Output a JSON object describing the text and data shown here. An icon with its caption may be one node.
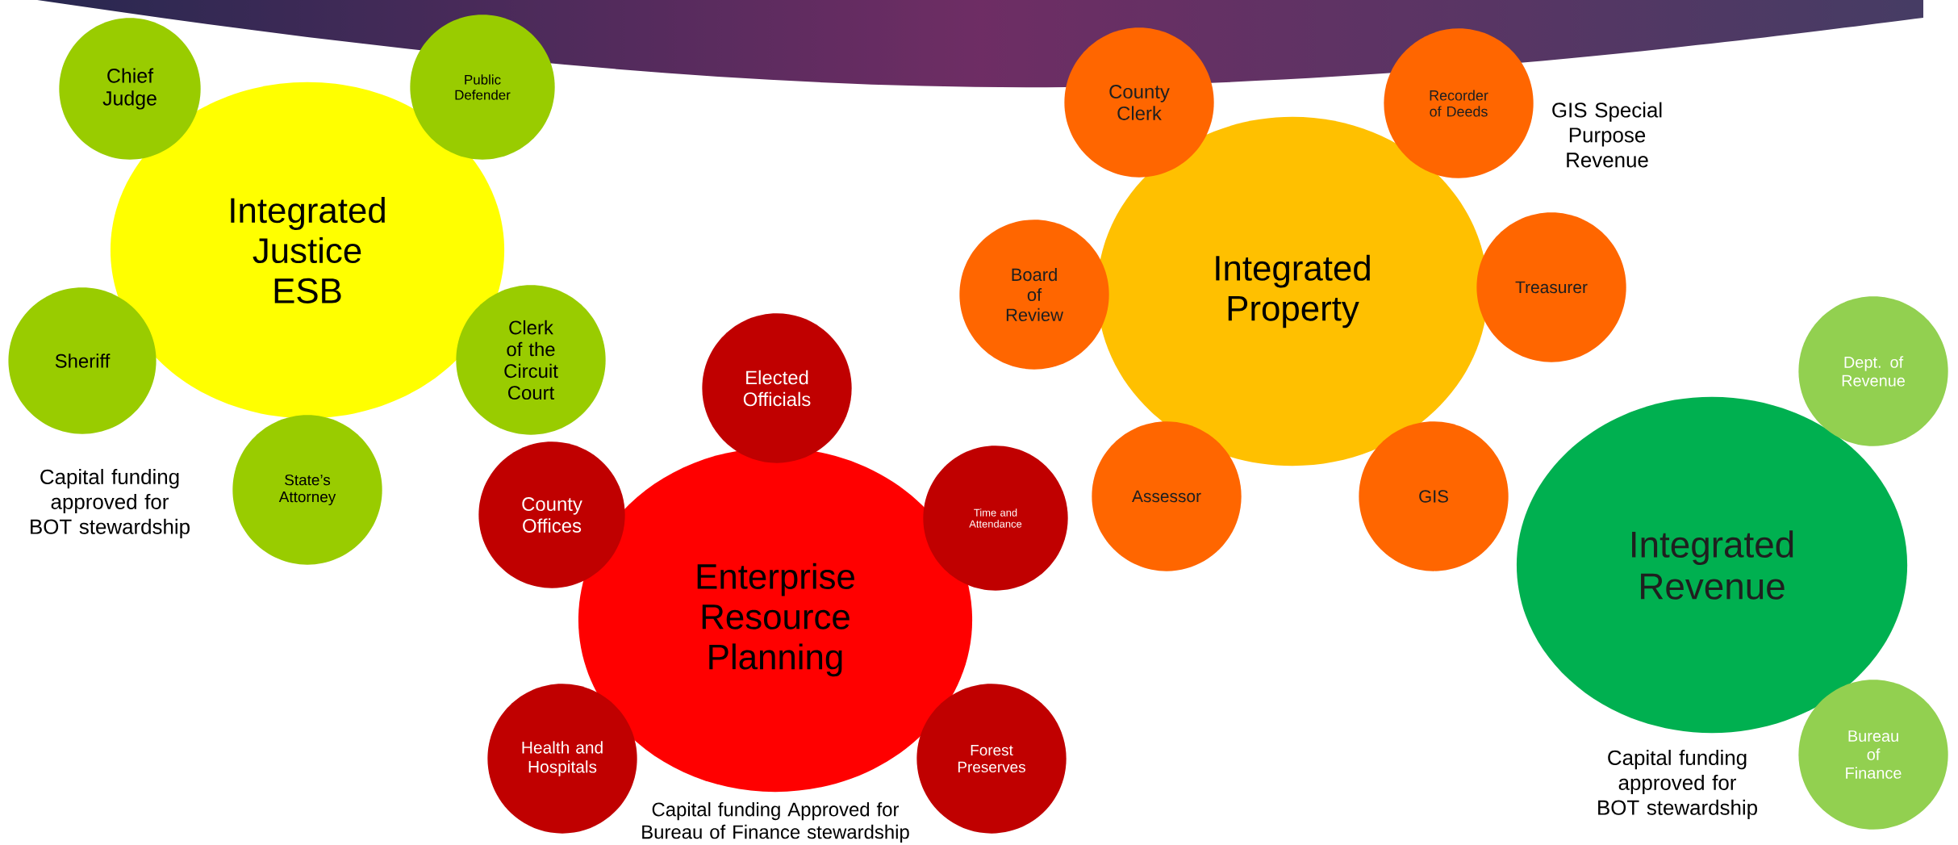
{
  "diagram": {
    "nodes": [
      {
        "text": [
          "Integrated Justice ESB"
        ]
      },
      {
        "text": [
          "Chief Judge"
        ]
      },
      {
        "text": [
          "Public Defender"
        ]
      },
      {
        "text": [
          "Sheriff"
        ]
      },
      {
        "text": [
          "Clerk of the Circuit Court"
        ]
      },
      {
        "text": [
          "State’s Attorney"
        ]
      },
      {
        "text": [
          "Enterprise Resource Planning"
        ]
      },
      {
        "text": [
          "Elected Officials"
        ]
      },
      {
        "text": [
          "County Offices"
        ]
      },
      {
        "text": [
          "Time and Attendance"
        ]
      },
      {
        "text": [
          "Health and Hospitals"
        ]
      },
      {
        "text": [
          "Forest Preserves"
        ]
      },
      {
        "text": [
          "Integrated Property"
        ]
      },
      {
        "text": [
          "County Clerk"
        ]
      },
      {
        "text": [
          "Recorder of Deeds"
        ]
      },
      {
        "text": [
          "Board of Review"
        ]
      },
      {
        "text": [
          "Treasurer"
        ]
      },
      {
        "text": [
          "Assessor"
        ]
      },
      {
        "text": [
          "GIS"
        ]
      },
      {
        "text": [
          "Integrated Revenue"
        ]
      },
      {
        "text": [
          "Dept. of Revenue"
        ]
      },
      {
        "text": [
          "Bureau of Finance"
        ]
      }
    ],
    "labels": [
      "Capital funding approved for BOT stewardship",
      "GIS Special Purpose Revenue",
      "Capital funding Approved for Bureau of Finance stewardship",
      "Capital funding approved for BOT stewardship"
    ]
  }
}
